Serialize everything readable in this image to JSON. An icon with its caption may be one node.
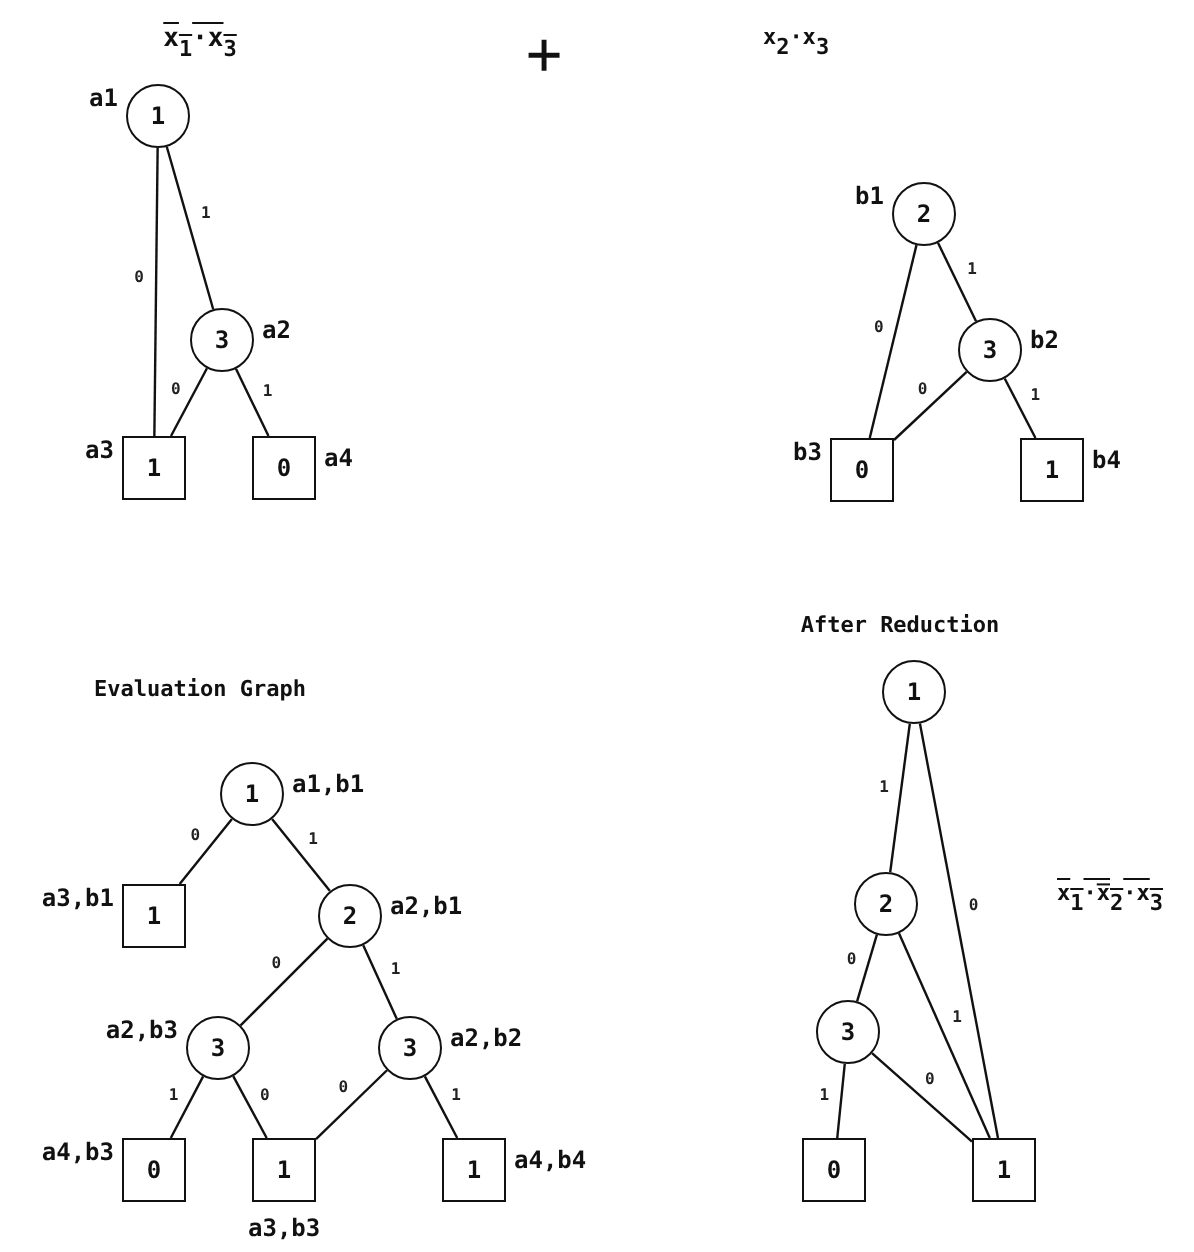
{
  "diagram": {
    "nodes": [
      {
        "text": [
          "1"
        ],
        "beside": [
          "a1"
        ]
      },
      {
        "text": [
          "3"
        ],
        "beside": [
          "a2"
        ]
      },
      {
        "text": [
          "1"
        ],
        "beside": [
          "a3"
        ]
      },
      {
        "text": [
          "0"
        ],
        "beside": [
          "a4"
        ]
      },
      {
        "text": [
          "2"
        ],
        "beside": [
          "b1"
        ]
      },
      {
        "text": [
          "3"
        ],
        "beside": [
          "b2"
        ]
      },
      {
        "text": [
          "0"
        ],
        "beside": [
          "b3"
        ]
      },
      {
        "text": [
          "1"
        ],
        "beside": [
          "b4"
        ]
      },
      {
        "text": [
          "1"
        ],
        "beside": [
          "a1,b1"
        ]
      },
      {
        "text": [
          "1"
        ],
        "beside": [
          "a3,b1"
        ]
      },
      {
        "text": [
          "2"
        ],
        "beside": [
          "a2,b1"
        ]
      },
      {
        "text": [
          "3"
        ],
        "beside": [
          "a2,b3"
        ]
      },
      {
        "text": [
          "3"
        ],
        "beside": [
          "a2,b2"
        ]
      },
      {
        "text": [
          "0"
        ],
        "beside": [
          "a4,b3"
        ]
      },
      {
        "text": [
          "1"
        ],
        "beside": [
          "a3,b3"
        ]
      },
      {
        "text": [
          "1"
        ],
        "beside": [
          "a4,b4"
        ]
      },
      {
        "text": [
          "1"
        ]
      },
      {
        "text": [
          "2"
        ]
      },
      {
        "text": [
          "3"
        ]
      },
      {
        "text": [
          "0"
        ]
      },
      {
        "text": [
          "1"
        ]
      }
    ],
    "edges": [
      {
        "from": 0,
        "to": 2,
        "arrow": "none",
        "label": "0"
      },
      {
        "from": 0,
        "to": 1,
        "arrow": "none",
        "label": "1"
      },
      {
        "from": 1,
        "to": 2,
        "arrow": "none",
        "label": "0"
      },
      {
        "from": 1,
        "to": 3,
        "arrow": "none",
        "label": "1"
      },
      {
        "from": 4,
        "to": 6,
        "arrow": "none",
        "label": "0"
      },
      {
        "from": 4,
        "to": 5,
        "arrow": "none",
        "label": "1"
      },
      {
        "from": 5,
        "to": 6,
        "arrow": "none",
        "label": "0"
      },
      {
        "from": 5,
        "to": 7,
        "arrow": "none",
        "label": "1"
      },
      {
        "from": 8,
        "to": 9,
        "arrow": "none",
        "label": "0"
      },
      {
        "from": 8,
        "to": 10,
        "arrow": "none",
        "label": "1"
      },
      {
        "from": 10,
        "to": 11,
        "arrow": "none",
        "label": "0"
      },
      {
        "from": 10,
        "to": 12,
        "arrow": "none",
        "label": "1"
      },
      {
        "from": 11,
        "to": 13,
        "arrow": "none",
        "label": "1"
      },
      {
        "from": 11,
        "to": 14,
        "arrow": "none",
        "label": "0"
      },
      {
        "from": 12,
        "to": 14,
        "arrow": "none",
        "label": "0"
      },
      {
        "from": 12,
        "to": 15,
        "arrow": "none",
        "label": "1"
      },
      {
        "from": 16,
        "to": 17,
        "arrow": "none",
        "label": "1"
      },
      {
        "from": 16,
        "to": 20,
        "arrow": "none",
        "label": "0"
      },
      {
        "from": 17,
        "to": 18,
        "arrow": "none",
        "label": "0"
      },
      {
        "from": 17,
        "to": 20,
        "arrow": "none",
        "label": "1"
      },
      {
        "from": 18,
        "to": 19,
        "arrow": "none",
        "label": "1"
      },
      {
        "from": 18,
        "to": 20,
        "arrow": "none",
        "label": "0"
      }
    ],
    "labels": [
      "x$_{1}$·x$_{3}$",
      "+",
      "x$_{2}$·x$_{3}$",
      "Evaluation Graph",
      "After Reduction",
      "x$_{1}$·x̅$_{2}$·x$_{3}$"
    ]
  }
}
